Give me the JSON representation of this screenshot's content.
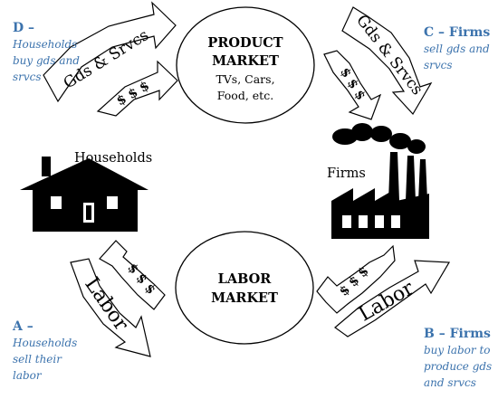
{
  "product_market": {
    "title_line1": "PRODUCT",
    "title_line2": "MARKET",
    "examples": "TVs, Cars,",
    "examples_line2": "Food, etc."
  },
  "labor_market": {
    "title_line1": "LABOR",
    "title_line2": "MARKET"
  },
  "households_label": "Households",
  "firms_label": "Firms",
  "arrows": {
    "goods_services": "Gds & Srvcs",
    "dollars": "$ $ $",
    "labor": "Labor"
  },
  "corners": {
    "A": {
      "head": "A –",
      "lines": [
        "Households",
        "sell their",
        "labor"
      ]
    },
    "B": {
      "head": "B – Firms",
      "lines": [
        "buy labor to",
        "produce gds",
        "and srvcs"
      ]
    },
    "C": {
      "head": "C – Firms",
      "lines": [
        "sell gds and",
        "srvcs"
      ]
    },
    "D": {
      "head": "D –",
      "lines": [
        "Households",
        "buy gds and",
        "srvcs"
      ]
    }
  },
  "colors": {
    "corner_text": "#3c73ad",
    "ink": "#000000"
  }
}
